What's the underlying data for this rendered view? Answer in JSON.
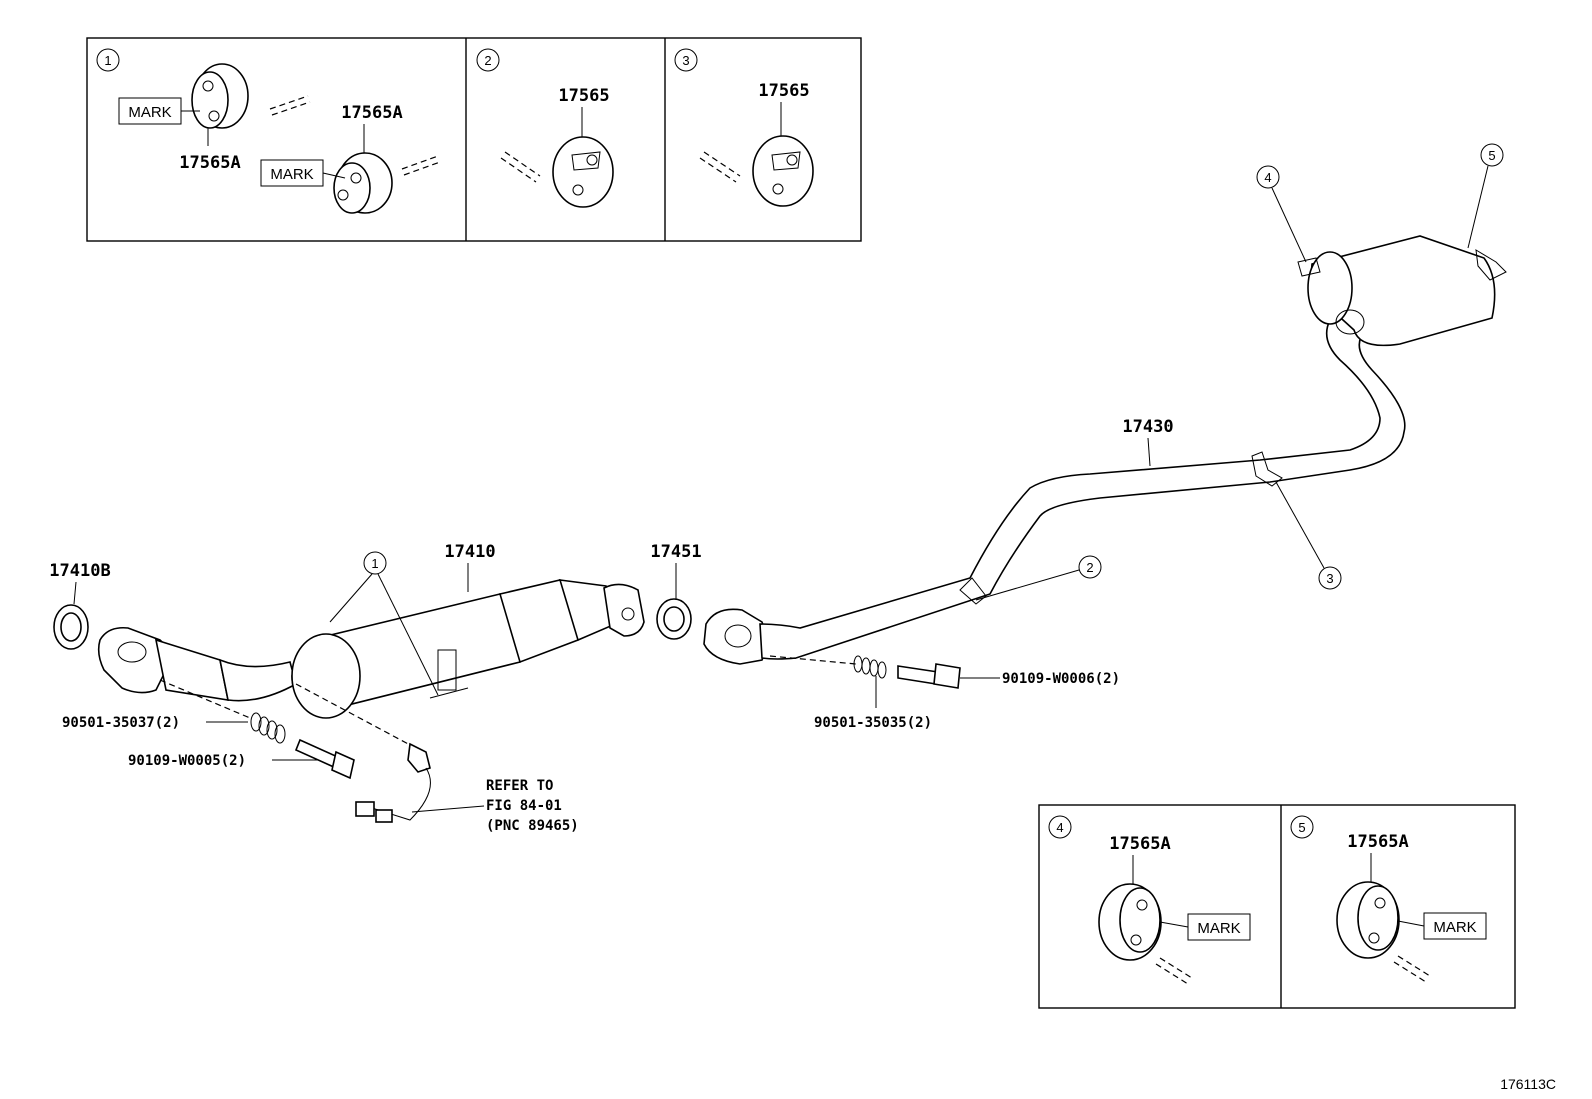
{
  "figure_id": "176113C",
  "mark_label": "MARK",
  "callouts": [
    "1",
    "2",
    "3",
    "4",
    "5"
  ],
  "inset_1": {
    "callout": "1",
    "part_top": "17565A",
    "part_bottom": "17565A"
  },
  "inset_2": {
    "callout": "2",
    "part": "17565"
  },
  "inset_3": {
    "callout": "3",
    "part": "17565"
  },
  "inset_4": {
    "callout": "4",
    "part": "17565A"
  },
  "inset_5": {
    "callout": "5",
    "part": "17565A"
  },
  "parts": {
    "gasket_front": "17410B",
    "converter": "17410",
    "gasket_mid": "17451",
    "tail_pipe": "17430",
    "spring_front": "90501-35037(2)",
    "bolt_front": "90109-W0005(2)",
    "spring_rear": "90501-35035(2)",
    "bolt_rear": "90109-W0006(2)"
  },
  "refer_note": {
    "line1": "REFER TO",
    "line2": "FIG 84-01",
    "line3": "(PNC 89465)"
  }
}
